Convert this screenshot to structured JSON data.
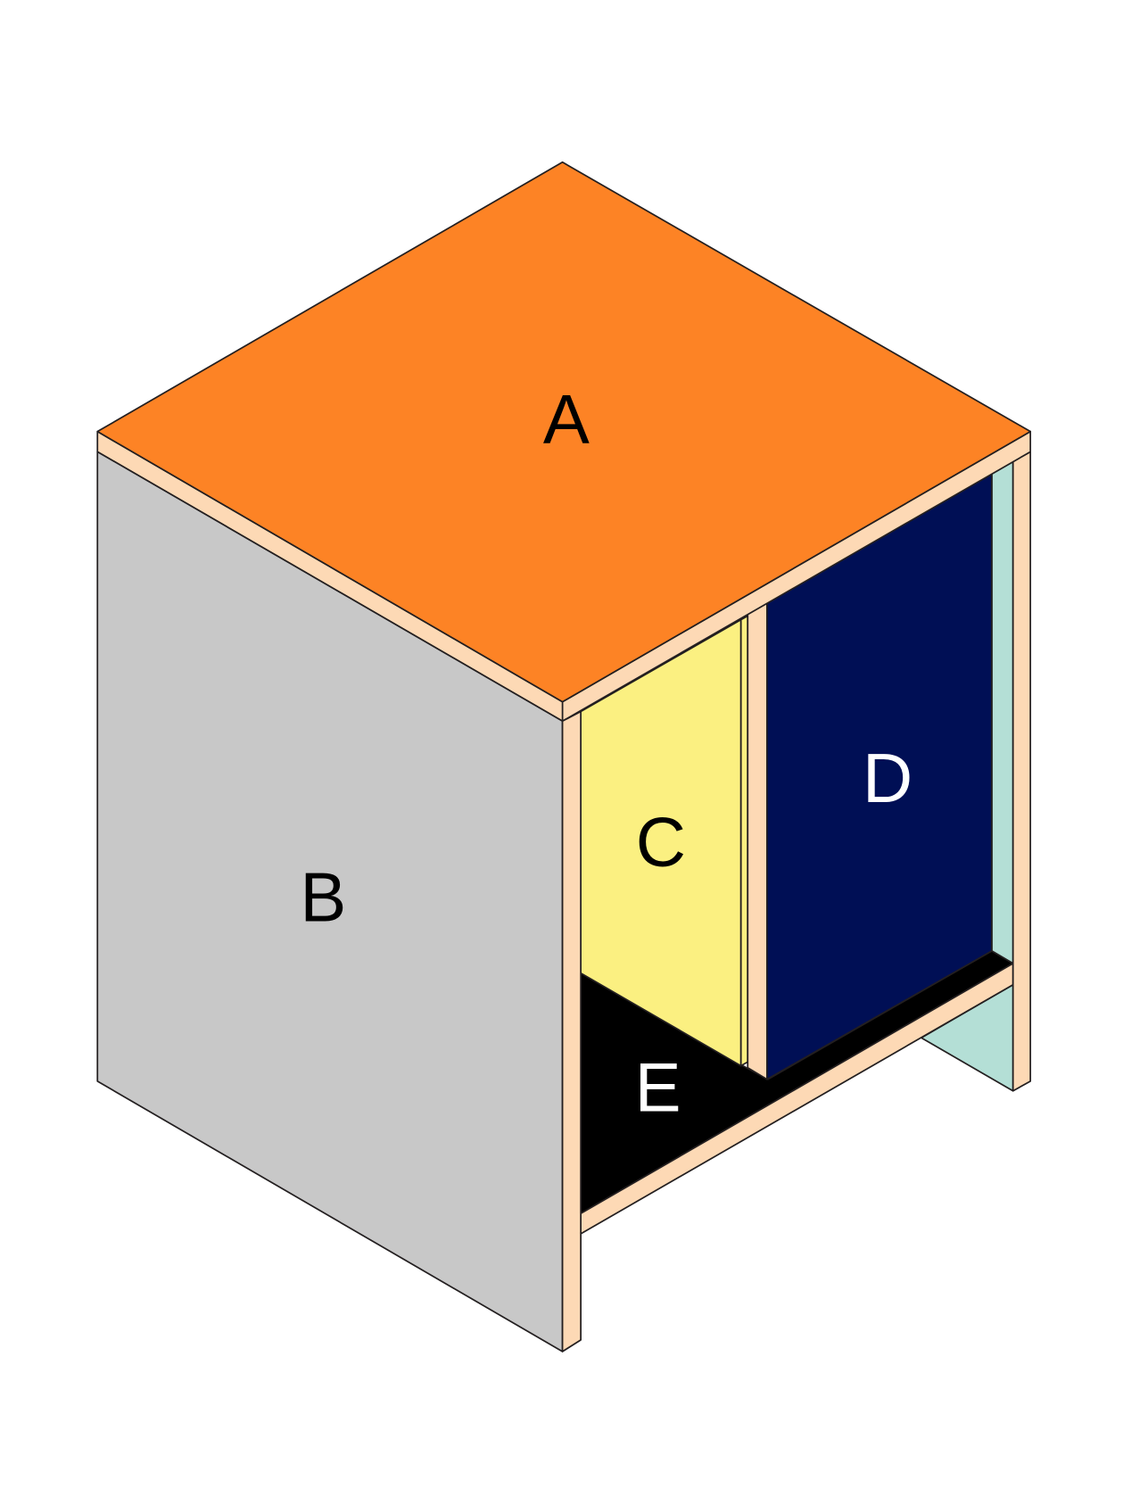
{
  "labels": {
    "top": "A",
    "side": "B",
    "left_compartment": "C",
    "right_compartment": "D",
    "bottom": "E"
  },
  "colors": {
    "top": "#fd8325",
    "side": "#c8c8c8",
    "edge": "#fdd9b5",
    "left_compartment": "#fbf081",
    "right_compartment": "#000f55",
    "bottom": "#000000",
    "back": "#b4dfd6"
  }
}
